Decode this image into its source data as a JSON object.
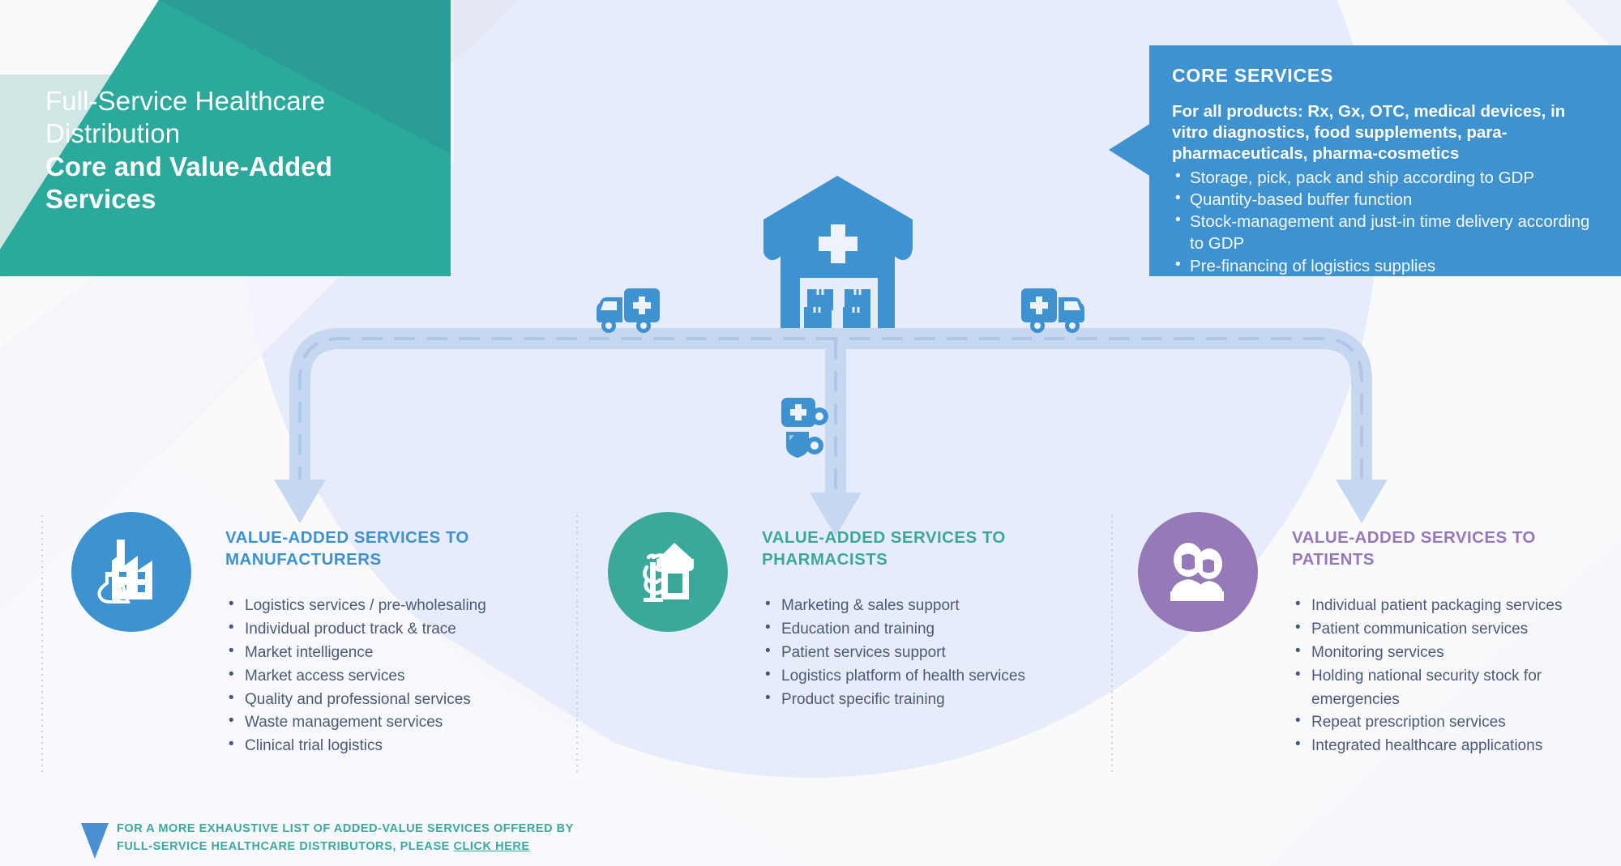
{
  "title_banner": {
    "line1": "Full-Service Healthcare",
    "line2": "Distribution",
    "line3": "Core and Value-Added",
    "line4": "Services",
    "bg_color": "#2ba99b",
    "accent_color": "#14a098"
  },
  "core_services": {
    "heading": "CORE SERVICES",
    "intro": "For all products: Rx, Gx, OTC, medical devices, in vitro diagnostics, food supplements, para-pharmaceuticals, pharma-cosmetics",
    "items": [
      "Storage, pick, pack and ship according to GDP",
      "Quantity-based buffer function",
      "Stock-management and just-in time delivery according to GDP",
      "Pre-financing of logistics supplies"
    ],
    "bg_color": "#3e92cf"
  },
  "center_graphic": {
    "warehouse_icon": "warehouse-with-cross-icon",
    "left_truck_icon": "delivery-truck-left-icon",
    "right_truck_icon": "delivery-truck-right-icon",
    "tracking_icon": "medical-tracking-icon",
    "road_color": "#c5d8f0"
  },
  "columns": [
    {
      "key": "manufacturers",
      "icon": "factory-flasks-icon",
      "color": "#3e92cf",
      "title": "VALUE-ADDED SERVICES TO MANUFACTURERS",
      "items": [
        "Logistics services / pre-wholesaling",
        "Individual product track & trace",
        "Market intelligence",
        "Market access services",
        "Quality and professional services",
        "Waste management services",
        "Clinical trial logistics"
      ]
    },
    {
      "key": "pharmacists",
      "icon": "pharmacy-storefront-icon",
      "color": "#3aa99b",
      "title": "VALUE-ADDED SERVICES TO PHARMACISTS",
      "items": [
        "Marketing & sales support",
        "Education and training",
        "Patient services support",
        "Logistics platform of health services",
        "Product specific training"
      ]
    },
    {
      "key": "patients",
      "icon": "two-people-icon",
      "color": "#9579b8",
      "title": "VALUE-ADDED SERVICES TO PATIENTS",
      "items": [
        "Individual patient packaging services",
        "Patient communication services",
        "Monitoring services",
        "Holding national security stock for emergencies",
        "Repeat prescription services",
        "Integrated healthcare applications"
      ]
    }
  ],
  "footer": {
    "line1": "FOR A MORE EXHAUSTIVE LIST OF ADDED-VALUE SERVICES OFFERED BY",
    "line2_prefix": "FULL-SERVICE HEALTHCARE DISTRIBUTORS, PLEASE ",
    "link_label": "CLICK HERE",
    "color": "#3fa9a0",
    "triangle_icon": "triangle-down-icon"
  }
}
